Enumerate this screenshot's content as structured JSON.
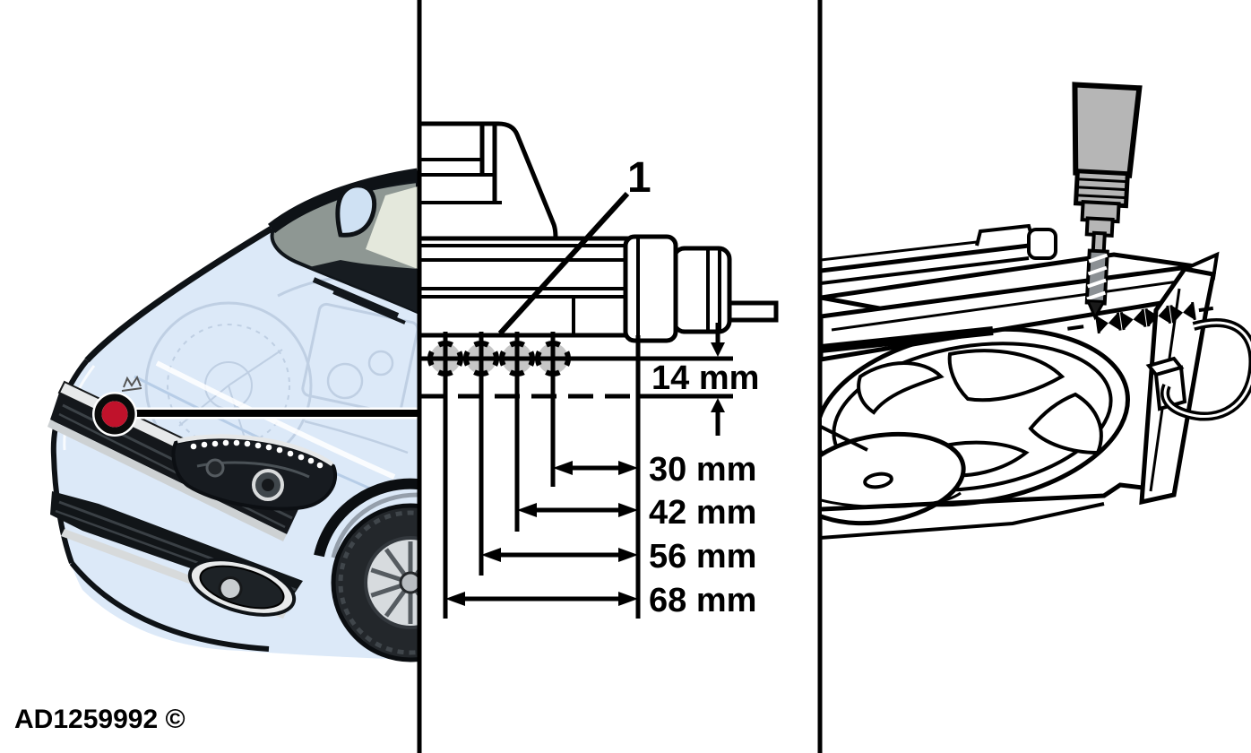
{
  "document": {
    "id_label": "AD1259992 ©"
  },
  "figure": {
    "callout": {
      "label": "1"
    },
    "dimensions": {
      "vertical": [
        {
          "label": "14 mm",
          "value_mm": 14
        }
      ],
      "horizontal": [
        {
          "label": "30 mm",
          "value_mm": 30
        },
        {
          "label": "42 mm",
          "value_mm": 42
        },
        {
          "label": "56 mm",
          "value_mm": 56
        },
        {
          "label": "68 mm",
          "value_mm": 68
        }
      ],
      "drill_positions": 4
    }
  },
  "colors": {
    "target_red": "#c0122b",
    "car_body_blue": "#dce9f8",
    "glass_gray": "#8e9793",
    "drill_gray": "#b6b6b6",
    "hole_gray": "#c6c6c6",
    "line_black": "#000000"
  }
}
